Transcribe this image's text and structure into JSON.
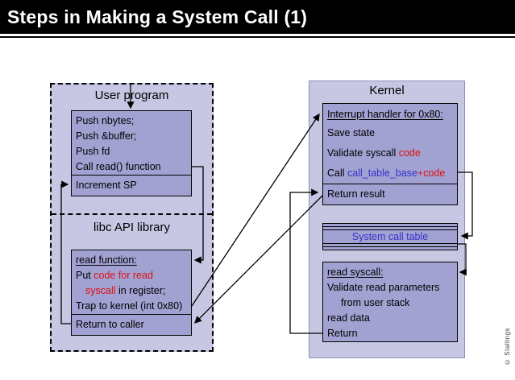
{
  "title": "Steps in Making a System Call (1)",
  "credit": "© Stallings",
  "colors": {
    "red": "#e01010",
    "blue": "#3434cc",
    "panel": "#c7c7e3",
    "box": "#a1a1d2"
  },
  "user_space": {
    "user_program": {
      "label": "User program",
      "lines": [
        "Push nbytes;",
        "Push &buffer;",
        "Push fd",
        "Call read() function"
      ],
      "footer": "Increment SP"
    },
    "libc": {
      "label": "libc API library",
      "heading": "read function:",
      "put_pre": "Put ",
      "put_red1": "code for read",
      "put_red2": "syscall",
      "put_post": " in register;",
      "trap": "Trap to kernel (int 0x80)",
      "footer": "Return to caller"
    }
  },
  "kernel": {
    "label": "Kernel",
    "handler": {
      "heading": "Interrupt handler for 0x80:",
      "save": "Save state",
      "validate_pre": "Validate syscall ",
      "validate_red": "code",
      "call_pre": "Call ",
      "call_blue": "call_table_base",
      "call_red": "+code",
      "footer": "Return result"
    },
    "table_label": "System call table",
    "read_syscall": {
      "heading": "read syscall:",
      "lines": [
        "Validate read parameters",
        "from user stack",
        "read data",
        "Return"
      ]
    }
  }
}
